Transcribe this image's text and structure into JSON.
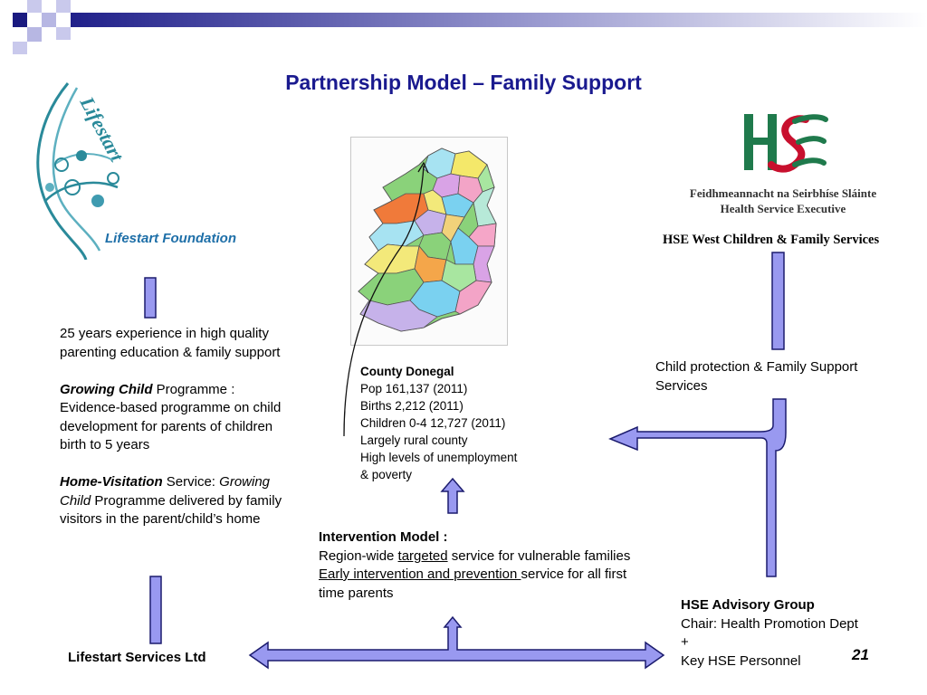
{
  "title": "Partnership Model – Family Support",
  "lifestart": {
    "logo_text": "Lifestart",
    "caption": "Lifestart Foundation"
  },
  "hse": {
    "logo_line1": "Feidhmeannacht na Seirbhíse Sláinte",
    "logo_line2": "Health Service Executive",
    "caption": "HSE West Children & Family Services"
  },
  "left_column": {
    "experience": "25 years experience in  high quality parenting education & family support",
    "growing_child_title": "Growing Child",
    "growing_child_rest": " Programme : Evidence-based programme on child development for parents of children birth to 5 years",
    "home_visitation_title": "Home-Visitation",
    "home_visitation_mid": " Service: ",
    "home_visitation_gc": "Growing Child",
    "home_visitation_rest": " Programme delivered by family visitors in the parent/child’s home"
  },
  "donegal": {
    "heading": "County Donegal",
    "lines": [
      "Pop 161,137 (2011)",
      "Births 2,212 (2011)",
      "Children 0-4 12,727 (2011)",
      "Largely rural county",
      "High levels of unemployment",
      "& poverty"
    ]
  },
  "intervention": {
    "heading": "Intervention Model :",
    "line1_a": "Region-wide ",
    "line1_b": "targeted",
    "line1_c": " service for vulnerable families",
    "line2_a": "Early intervention and prevention ",
    "line2_b": "service for all first time parents"
  },
  "child_protection": "Child protection & Family Support Services",
  "advisory": {
    "heading": "HSE Advisory Group",
    "line1": "Chair: Health Promotion Dept +",
    "line2": "Key HSE Personnel"
  },
  "lifestart_services": "Lifestart Services Ltd",
  "page_number": "21",
  "colors": {
    "title": "#1a1a8f",
    "arrow_fill": "#9999f0",
    "arrow_stroke": "#1c1c6e",
    "lifestart_teal": "#2a8a9a",
    "hse_green": "#1f7a4c",
    "hse_red": "#c8102e"
  }
}
